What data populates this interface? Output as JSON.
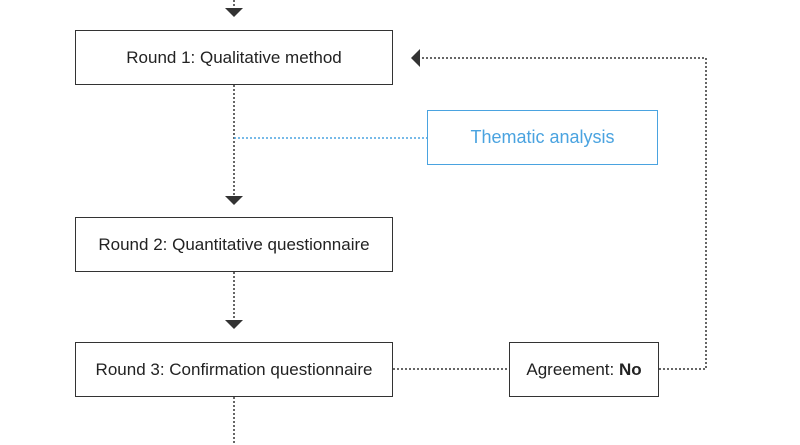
{
  "nodes": {
    "round1": "Round 1: Qualitative method",
    "thematic": "Thematic analysis",
    "round2": "Round 2: Quantitative questionnaire",
    "round3": "Round 3: Confirmation questionnaire",
    "agreement_label": "Agreement: ",
    "agreement_value": "No"
  },
  "colors": {
    "stroke": "#333333",
    "accent": "#4aa3e0"
  }
}
